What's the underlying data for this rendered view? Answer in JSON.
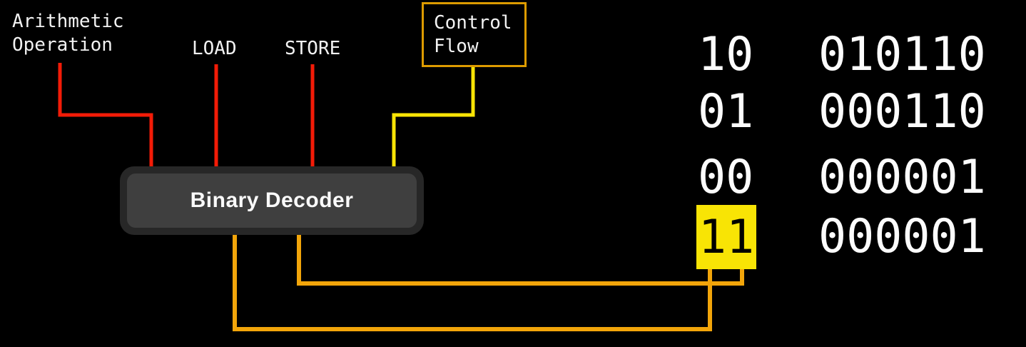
{
  "labels": {
    "arithmetic": "Arithmetic\nOperation",
    "load": "LOAD",
    "store": "STORE",
    "control_flow": "Control\nFlow"
  },
  "decoder": {
    "title": "Binary Decoder"
  },
  "opcode_table": {
    "rows": [
      {
        "opcode": "10",
        "operand": "010110",
        "highlighted": false
      },
      {
        "opcode": "01",
        "operand": "000110",
        "highlighted": false
      },
      {
        "opcode": "00",
        "operand": "000001",
        "highlighted": false
      },
      {
        "opcode": "11",
        "operand": "000001",
        "highlighted": true
      }
    ]
  },
  "colors": {
    "background": "#000000",
    "red_wire": "#f31b07",
    "yellow_wire": "#f8e405",
    "orange_wire": "#f2a50a",
    "control_flow_border": "#dd9b00",
    "highlight_cell": "#f8e405",
    "decoder_outer": "#272727",
    "decoder_inner": "#3f3f3f",
    "text": "#f2f2f2"
  }
}
